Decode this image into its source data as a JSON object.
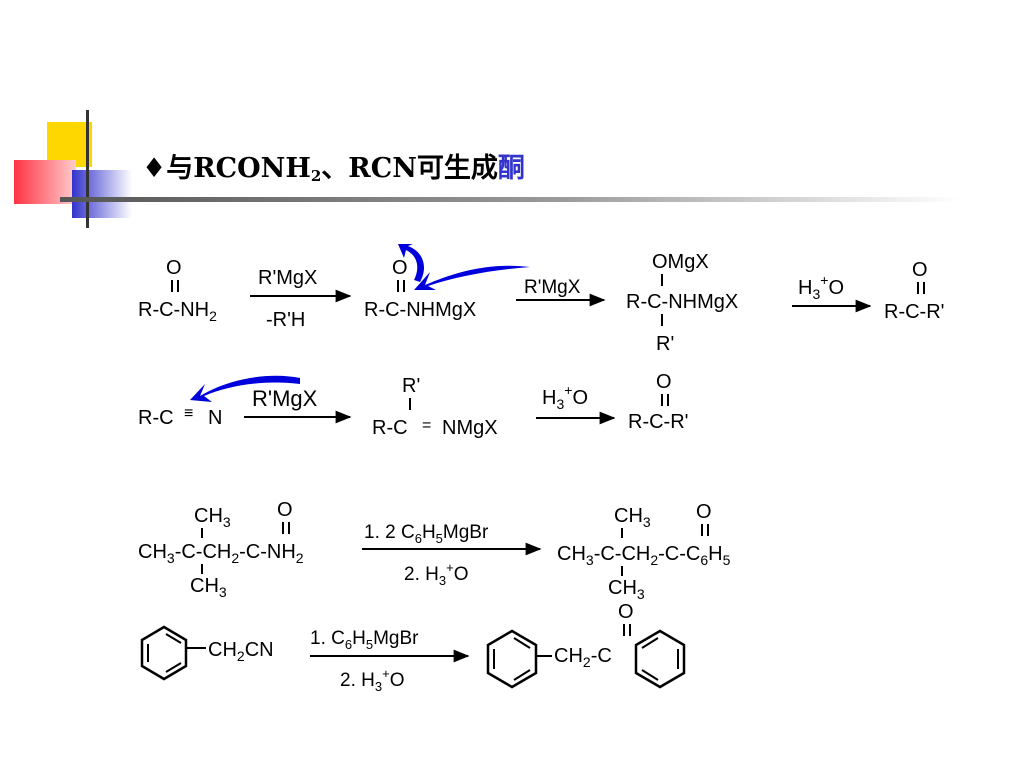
{
  "slide": {
    "title_prefix": "♦与RCONH",
    "title_sub": "2",
    "title_mid": "、RCN可生成",
    "title_highlight": "酮",
    "colors": {
      "accent_yellow": "#ffd700",
      "accent_red": "#ff3333",
      "accent_blue": "#3333cc",
      "arrow_blue": "#0000dd"
    }
  },
  "reaction1": {
    "amide_O": "O",
    "amide_R": "R-C-NH",
    "amide_sub": "2",
    "reagent_top": "R'MgX",
    "reagent_bottom": "-R'H",
    "inter1_O": "O",
    "inter1": "R-C-NHMgX",
    "reagent2": "R'MgX",
    "inter2_top": "OMgX",
    "inter2": "R-C-NHMgX",
    "inter2_bottom": "R'",
    "hydrolysis_H": "H",
    "hydrolysis_sub": "3",
    "hydrolysis_sup": "+",
    "hydrolysis_O": "O",
    "product_O": "O",
    "product": "R-C-R'"
  },
  "reaction2": {
    "nitrile_R": "R-C",
    "nitrile_triple": "≡",
    "nitrile_N": "N",
    "reagent": "R'MgX",
    "inter_top": "R'",
    "inter_R": "R-C",
    "inter_double": "=",
    "inter_N": "NMgX",
    "hydrolysis_H": "H",
    "hydrolysis_sub": "3",
    "hydrolysis_sup": "+",
    "hydrolysis_O": "O",
    "product_O": "O",
    "product": "R-C-R'"
  },
  "example1": {
    "top_CH": "CH",
    "top_sub": "3",
    "carbonyl_O": "O",
    "main_1": "CH",
    "main_1_sub": "3",
    "main_2": "-C-CH",
    "main_2_sub": "2",
    "main_3": "-C-NH",
    "main_3_sub": "2",
    "bottom_CH": "CH",
    "bottom_sub": "3",
    "cond1_a": "1. 2 C",
    "cond1_sub1": "6",
    "cond1_b": "H",
    "cond1_sub2": "5",
    "cond1_c": "MgBr",
    "cond2_a": "2. H",
    "cond2_sub": "3",
    "cond2_sup": "+",
    "cond2_b": "O",
    "prod_top_CH": "CH",
    "prod_top_sub": "3",
    "prod_O": "O",
    "prod_1": "CH",
    "prod_1_sub": "3",
    "prod_2": "-C-CH",
    "prod_2_sub": "2",
    "prod_3": "-C-C",
    "prod_3_sub": "6",
    "prod_4": "H",
    "prod_4_sub": "5",
    "prod_bottom_CH": "CH",
    "prod_bottom_sub": "3"
  },
  "example2": {
    "sm_a": "CH",
    "sm_sub": "2",
    "sm_b": "CN",
    "cond1_a": "1. C",
    "cond1_sub1": "6",
    "cond1_b": "H",
    "cond1_sub2": "5",
    "cond1_c": "MgBr",
    "cond2_a": "2. H",
    "cond2_sub": "3",
    "cond2_sup": "+",
    "cond2_b": "O",
    "prod_O": "O",
    "prod_a": "CH",
    "prod_sub": "2",
    "prod_b": "-C"
  }
}
